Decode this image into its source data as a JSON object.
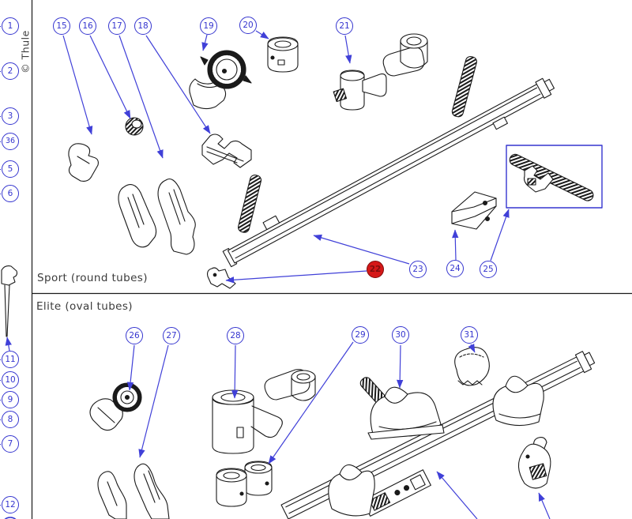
{
  "colors": {
    "accent_blue": "#3535cf",
    "drawing_black": "#1a1a1a",
    "highlight_red_fill": "#d51818",
    "highlight_red_border": "#7e0b0b",
    "text_gray": "#3b3b3b",
    "detail_box_border": "#3535cf"
  },
  "watermark": {
    "text": "© Thule"
  },
  "sections": {
    "sport": {
      "label": "Sport (round tubes)"
    },
    "elite": {
      "label": "Elite (oval tubes)"
    }
  },
  "selected_callout": "22",
  "left_index": {
    "items": [
      {
        "label": "1"
      },
      {
        "label": "2"
      },
      {
        "label": "3"
      },
      {
        "label": "36"
      },
      {
        "label": "5"
      },
      {
        "label": "6"
      },
      {
        "label": "11"
      },
      {
        "label": "10"
      },
      {
        "label": "9"
      },
      {
        "label": "8"
      },
      {
        "label": "7"
      },
      {
        "label": "12"
      }
    ]
  },
  "callouts": {
    "n15": {
      "label": "15"
    },
    "n16": {
      "label": "16"
    },
    "n17": {
      "label": "17"
    },
    "n18": {
      "label": "18"
    },
    "n19": {
      "label": "19"
    },
    "n20": {
      "label": "20"
    },
    "n21": {
      "label": "21"
    },
    "n22": {
      "label": "22"
    },
    "n23": {
      "label": "23"
    },
    "n24": {
      "label": "24"
    },
    "n25": {
      "label": "25"
    },
    "n26": {
      "label": "26"
    },
    "n27": {
      "label": "27"
    },
    "n28": {
      "label": "28"
    },
    "n29": {
      "label": "29"
    },
    "n30": {
      "label": "30"
    },
    "n31": {
      "label": "31"
    }
  }
}
